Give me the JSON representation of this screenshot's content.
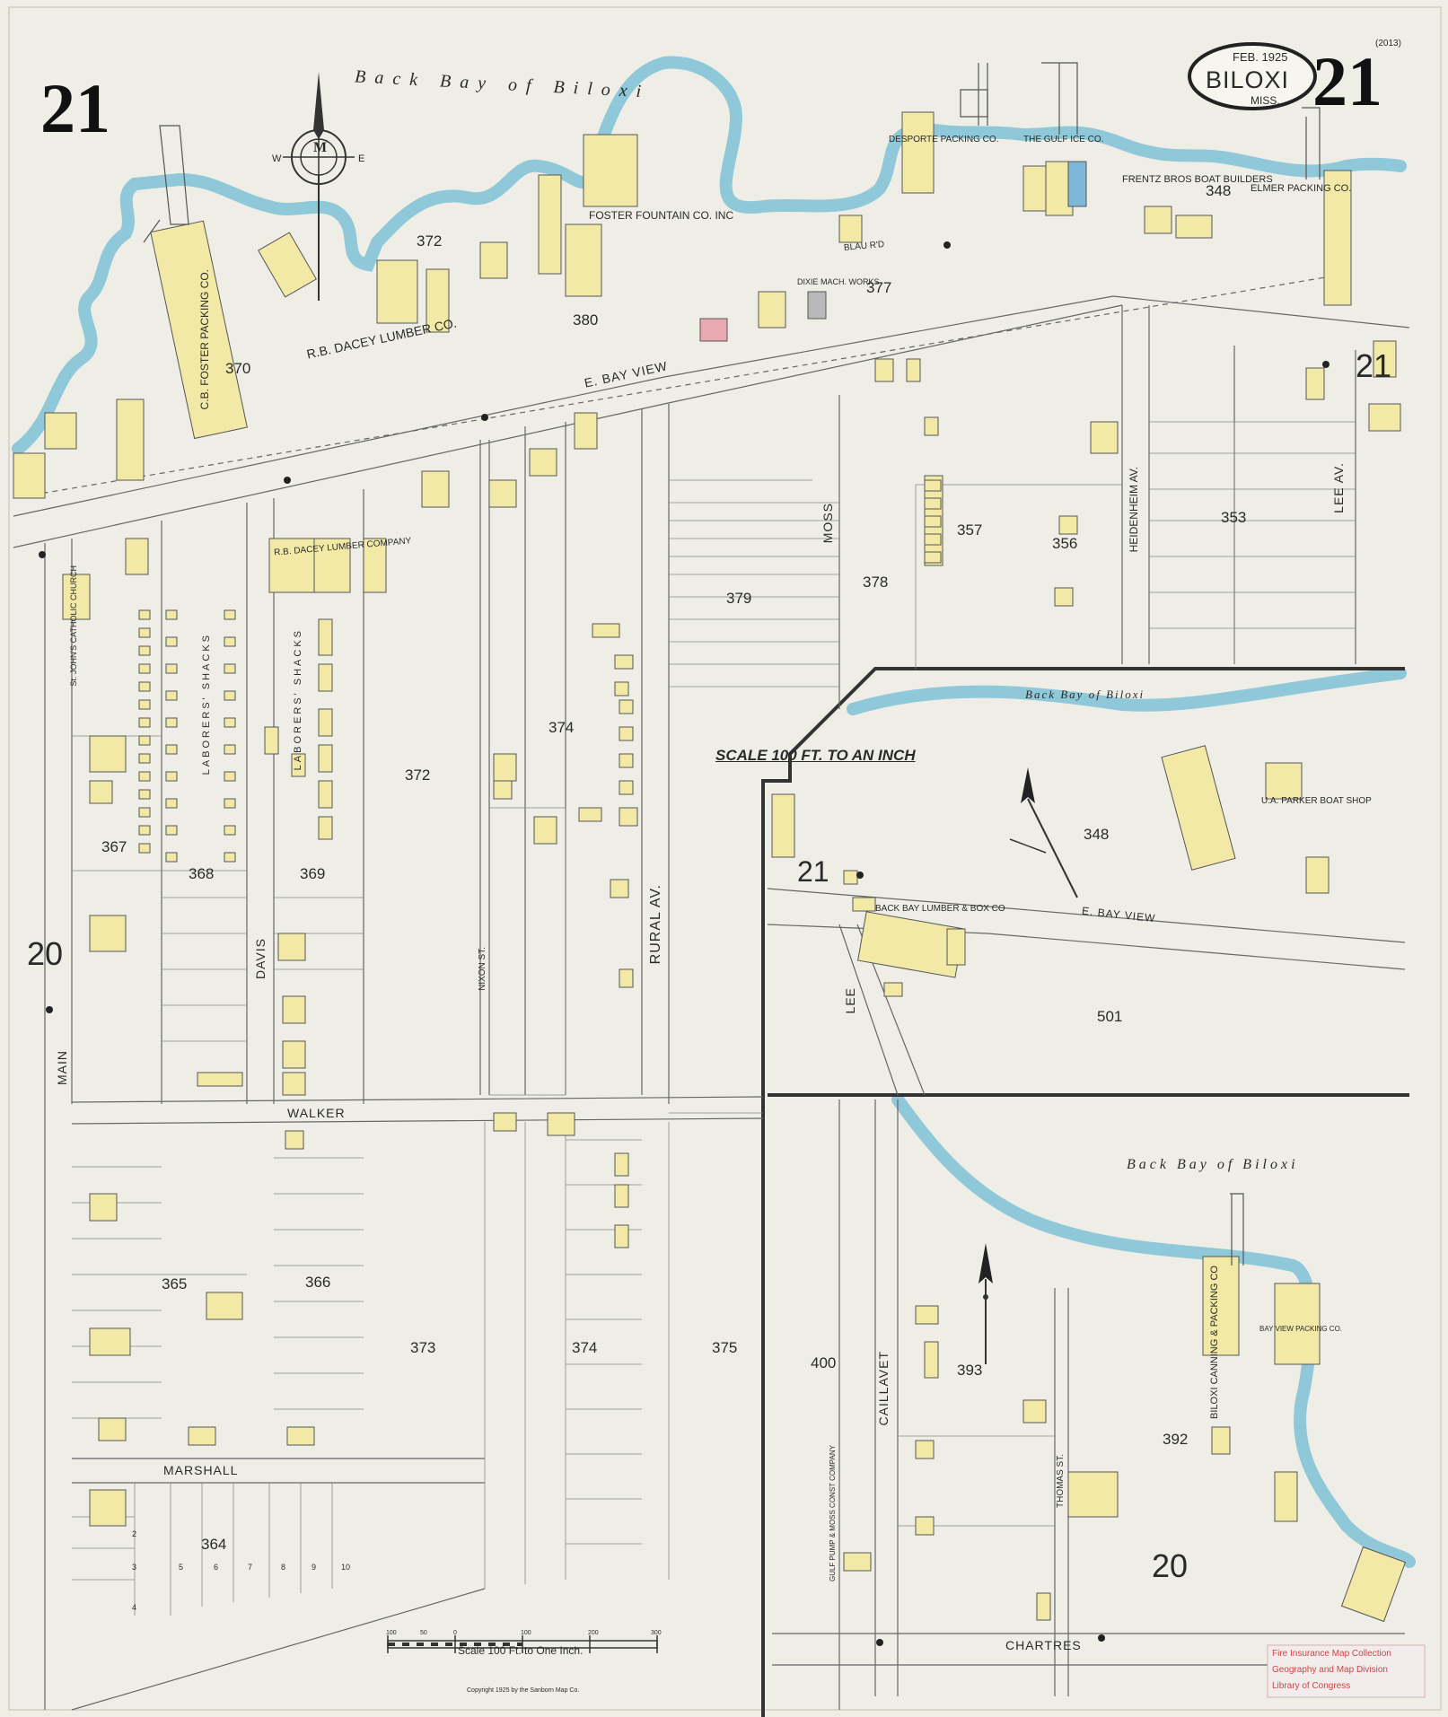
{
  "sheet": {
    "number": "21",
    "date": "FEB. 1925",
    "city": "BILOXI",
    "state": "MISS.",
    "corner_note": "(2013)",
    "copyright": "Copyright 1925 by the Sanborn Map Co.",
    "scale_top": "SCALE 100 FT. TO AN INCH",
    "scale_bottom": "Scale 100 Ft. to One Inch.",
    "scale_ticks": [
      "100",
      "50",
      "0",
      "100",
      "200",
      "300"
    ],
    "stamp": [
      "Fire Insurance Map Collection",
      "Geography and Map Division",
      "Library of Congress"
    ]
  },
  "water": {
    "main": "Back Bay of Biloxi",
    "inset1": "Back Bay of Biloxi",
    "inset2": "Back Bay of Biloxi"
  },
  "streets": {
    "e_bay_view": "E. BAY VIEW",
    "inset_bay_view": "E. BAY VIEW",
    "main": "MAIN",
    "davis": "DAVIS",
    "nixon": "NIXON ST.",
    "rural": "RURAL AV.",
    "moss": "MOSS",
    "heidenheim": "HEIDENHEIM AV.",
    "lee": "LEE AV.",
    "lee_inset": "LEE",
    "walker": "WALKER",
    "marshall": "MARSHALL",
    "caillavet": "CAILLAVET",
    "thomas": "THOMAS ST.",
    "chartres": "CHARTRES",
    "blau_rd": "BLAU R'D"
  },
  "blocks": [
    "372",
    "370",
    "380",
    "377",
    "348",
    "357",
    "356",
    "353",
    "378",
    "379",
    "374",
    "372",
    "367",
    "368",
    "369",
    "365",
    "366",
    "373",
    "374",
    "375",
    "364",
    "348",
    "501",
    "400",
    "393",
    "392"
  ],
  "sheet_refs": {
    "left": "20",
    "right_top": "21",
    "inset": "21",
    "bottom": "20"
  },
  "businesses": {
    "cb_foster": "C.B. FOSTER PACKING CO.",
    "dacey": "R.B. DACEY LUMBER CO.",
    "dacey2": "R.B. DACEY LUMBER COMPANY",
    "foster_fountain": "FOSTER FOUNTAIN CO. INC",
    "desporte": "DESPORTE PACKING CO.",
    "gulf_ice": "THE GULF ICE CO.",
    "frentz": "FRENTZ BROS BOAT BUILDERS",
    "elmer": "ELMER PACKING CO.",
    "dixie": "DIXIE MACH. WORKS",
    "st_johns": "St. JOHN'S CATHOLIC CHURCH",
    "back_bay_lumber": "BACK BAY LUMBER & BOX CO",
    "parker": "U.A. PARKER BOAT SHOP",
    "biloxi_canning": "BILOXI CANNING & PACKING CO",
    "bay_view_packing": "BAY VIEW PACKING CO.",
    "gulf_pump": "GULF PUMP & MOSS CONST COMPANY",
    "laborers_shacks": "LABORERS' SHACKS"
  },
  "lots": [
    "2",
    "3",
    "4",
    "5",
    "6",
    "7",
    "8",
    "9",
    "10"
  ],
  "colors": {
    "dwelling": "#f2e9a6",
    "brick": "#e9a9b2",
    "concrete": "#7fb7d8",
    "water": "#8fc8d8"
  }
}
